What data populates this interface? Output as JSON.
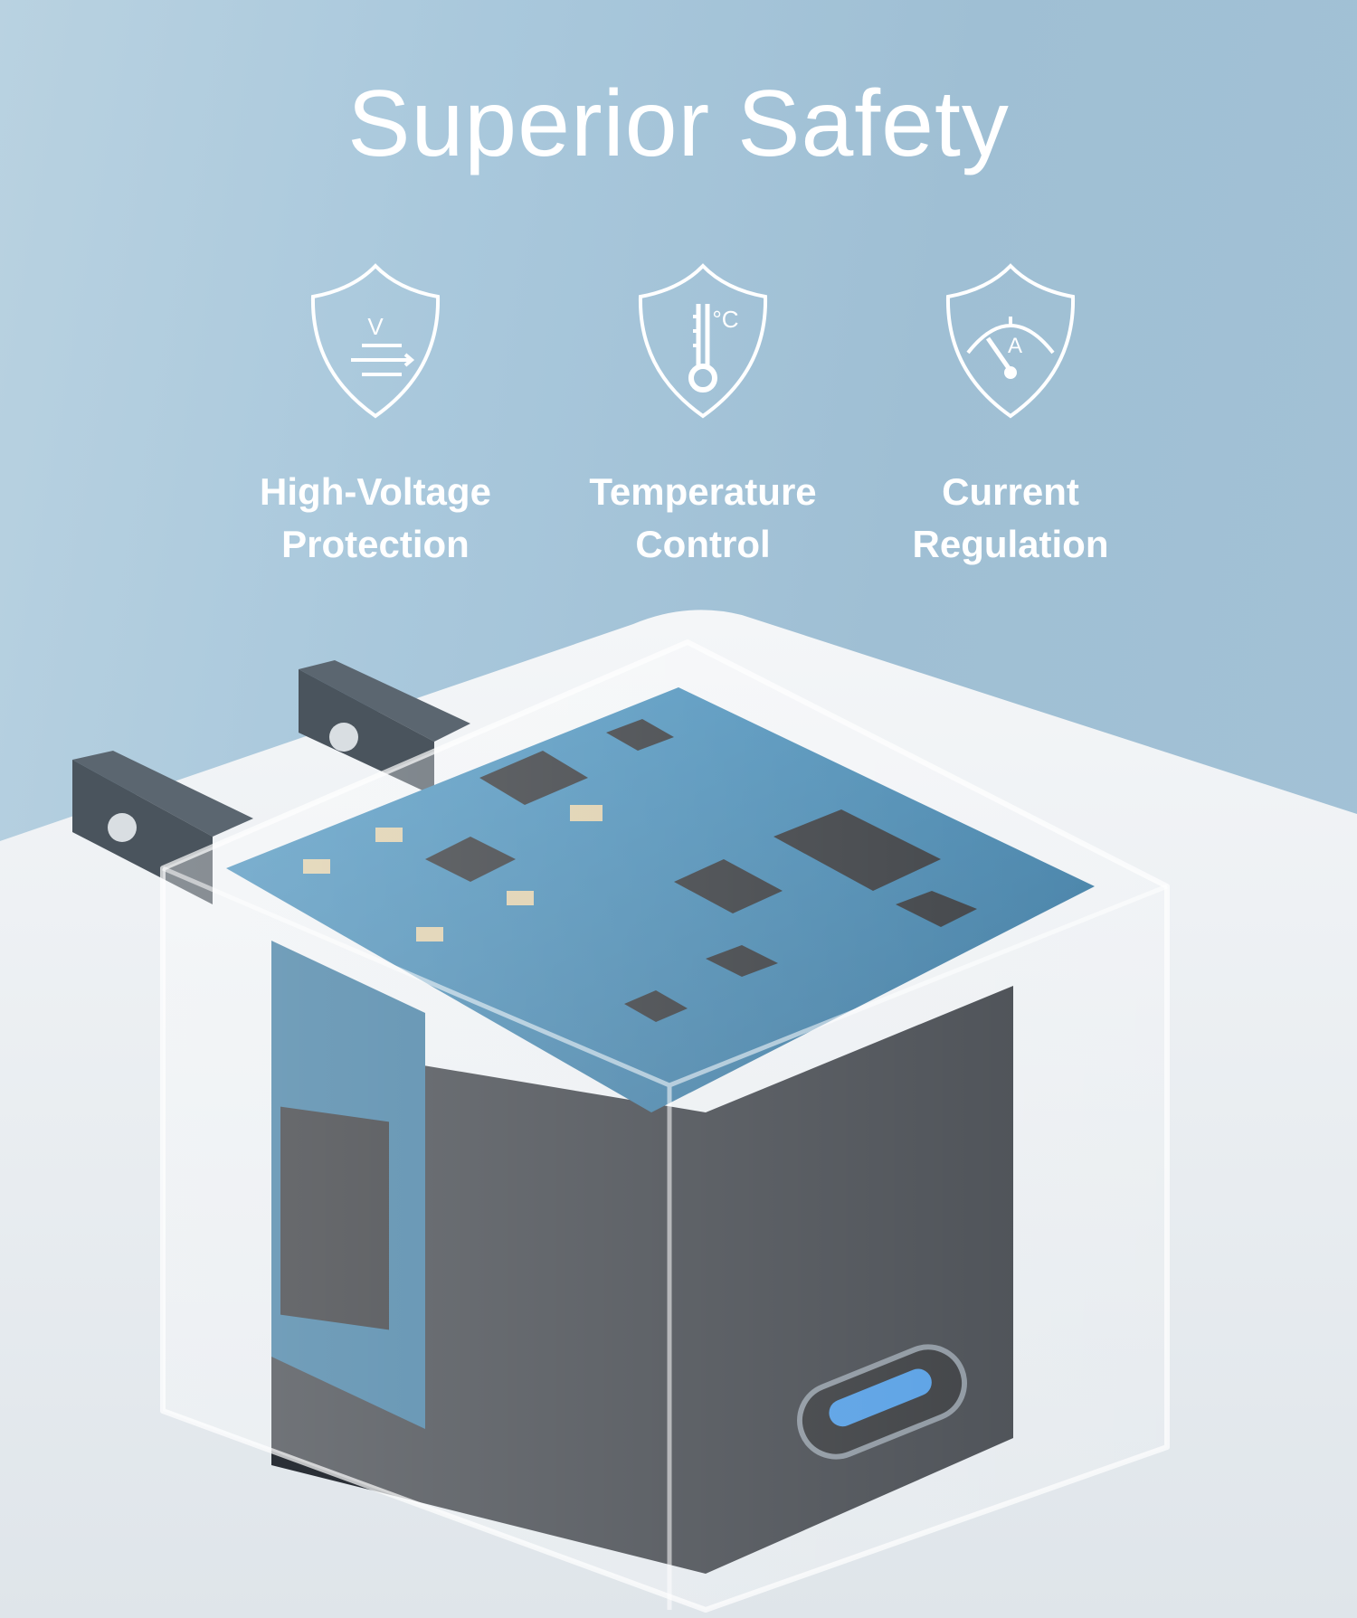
{
  "title": "Superior Safety",
  "features": [
    {
      "icon": "shield-voltage-icon",
      "line1": "High-Voltage",
      "line2": "Protection",
      "glyph": "V"
    },
    {
      "icon": "shield-thermometer-icon",
      "line1": "Temperature",
      "line2": "Control",
      "glyph": "°C"
    },
    {
      "icon": "shield-ammeter-icon",
      "line1": "Current",
      "line2": "Regulation",
      "glyph": "A"
    }
  ],
  "colors": {
    "background": "#a9c8dc",
    "pcb": "#2f7fb0",
    "core": "#2a2f36",
    "usb_accent": "#3a8fe0"
  }
}
